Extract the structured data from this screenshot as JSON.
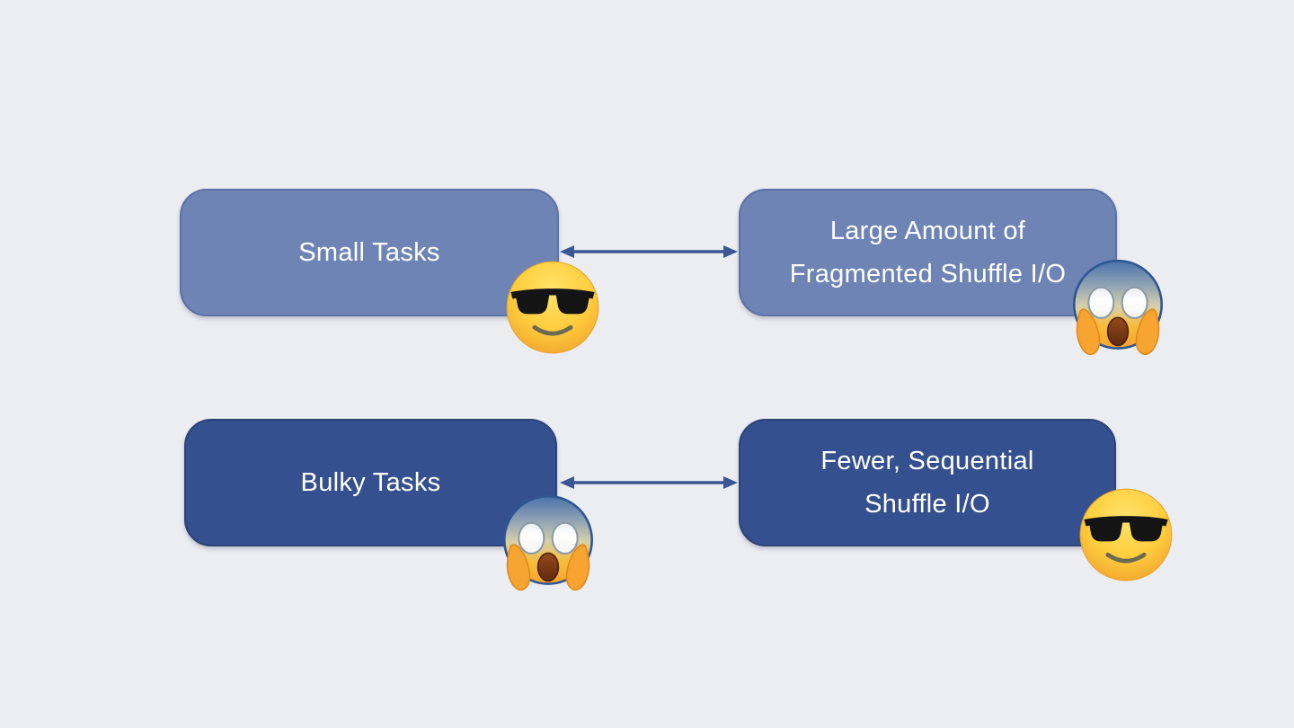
{
  "colors": {
    "slide_background": "#ECEDF1",
    "light_box_fill": "#6E84B4",
    "light_box_border": "#5C72A6",
    "dark_box_fill": "#34508E",
    "dark_box_border": "#2B4377",
    "arrow": "#3A5795",
    "box_text": "#FFFFFF"
  },
  "icons": {
    "cool": "smiling-face-with-sunglasses",
    "scream": "face-screaming-in-fear"
  },
  "diagram": {
    "nodes": {
      "small_tasks": {
        "label": "Small Tasks",
        "tone": "light",
        "emoji": "smiling-face-with-sunglasses"
      },
      "fragmented_io": {
        "label": "Large Amount of\nFragmented Shuffle I/O",
        "tone": "light",
        "emoji": "face-screaming-in-fear"
      },
      "bulky_tasks": {
        "label": "Bulky Tasks",
        "tone": "dark",
        "emoji": "face-screaming-in-fear"
      },
      "sequential_io": {
        "label": "Fewer, Sequential\nShuffle I/O",
        "tone": "dark",
        "emoji": "smiling-face-with-sunglasses"
      }
    },
    "connectors": [
      {
        "from": "small_tasks",
        "to": "fragmented_io",
        "style": "double-arrow"
      },
      {
        "from": "bulky_tasks",
        "to": "sequential_io",
        "style": "double-arrow"
      }
    ]
  }
}
